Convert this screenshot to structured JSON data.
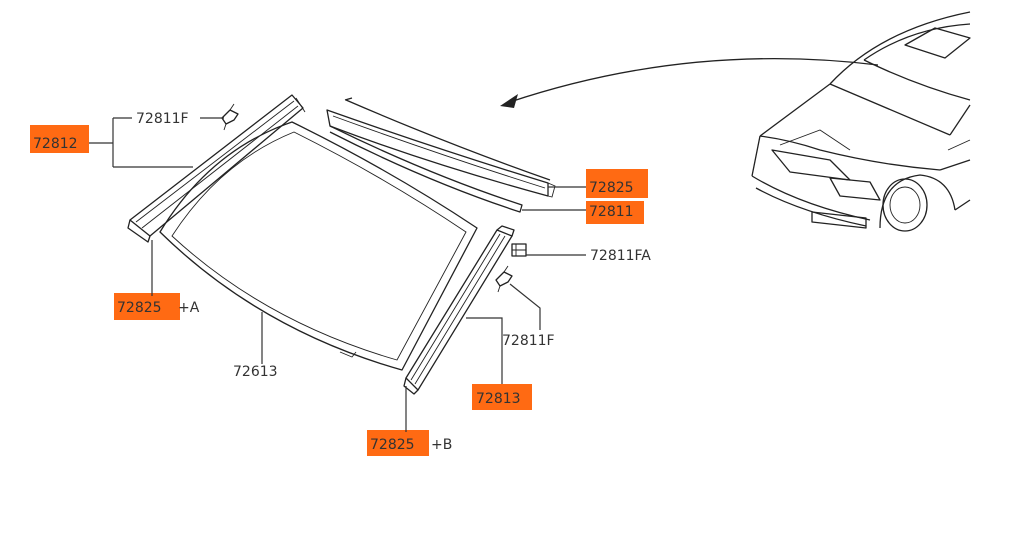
{
  "labels": {
    "p72812": "72812",
    "p72811F_top": "72811F",
    "p72825_right": "72825",
    "p72811": "72811",
    "p72811FA": "72811FA",
    "p72825_a": "72825",
    "suffix_a": "+A",
    "p72613": "72613",
    "p72811F_right": "72811F",
    "p72813": "72813",
    "p72825_b": "72825",
    "suffix_b": "+B"
  },
  "colors": {
    "highlight": "#ff6a13",
    "ink": "#333333"
  },
  "highlighted_parts": [
    "72812",
    "72825",
    "72811",
    "72825",
    "72813",
    "72825"
  ]
}
